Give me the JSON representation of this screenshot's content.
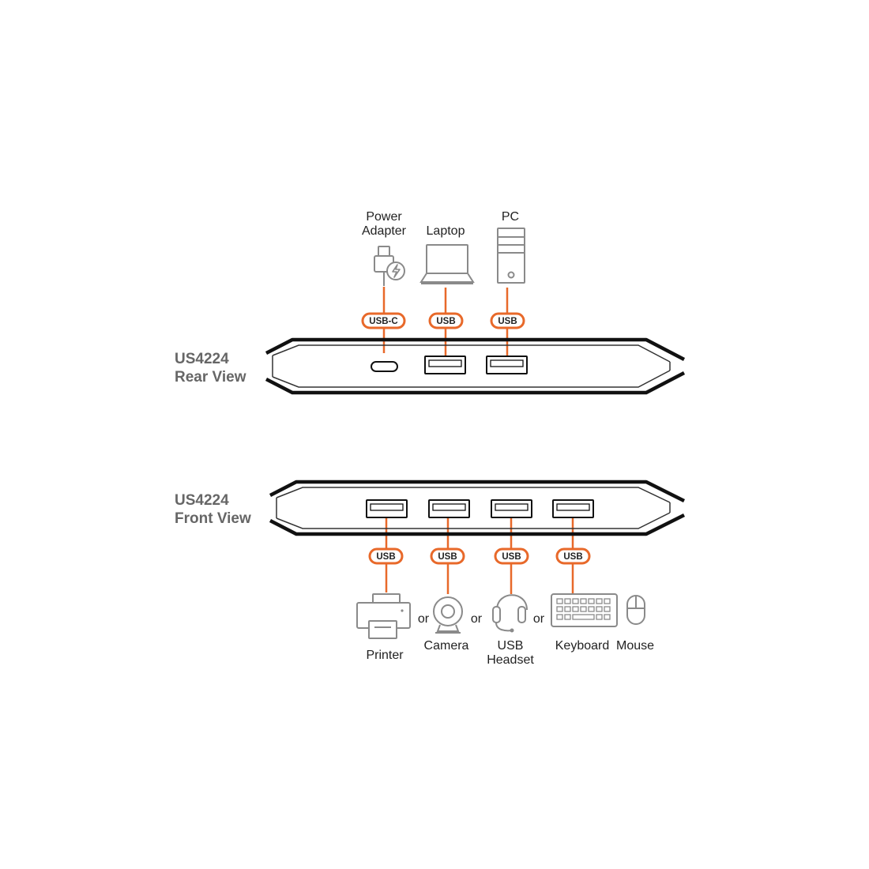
{
  "rear": {
    "title_line1": "US4224",
    "title_line2": "Rear View",
    "devices": {
      "power_adapter_line1": "Power",
      "power_adapter_line2": "Adapter",
      "laptop": "Laptop",
      "pc": "PC"
    },
    "ports": {
      "usbc": "USB-C",
      "usb1": "USB",
      "usb2": "USB"
    }
  },
  "front": {
    "title_line1": "US4224",
    "title_line2": "Front View",
    "ports": {
      "usb1": "USB",
      "usb2": "USB",
      "usb3": "USB",
      "usb4": "USB"
    },
    "devices": {
      "printer": "Printer",
      "camera": "Camera",
      "headset_line1": "USB",
      "headset_line2": "Headset",
      "keyboard": "Keyboard",
      "mouse": "Mouse"
    },
    "separators": [
      "or",
      "or",
      "or"
    ]
  },
  "colors": {
    "accent": "#e8692a",
    "icon_gray": "#8a8a8a",
    "title_gray": "#666666"
  },
  "icons": [
    "power-adapter-icon",
    "laptop-icon",
    "pc-icon",
    "printer-icon",
    "camera-icon",
    "headset-icon",
    "keyboard-icon",
    "mouse-icon"
  ]
}
